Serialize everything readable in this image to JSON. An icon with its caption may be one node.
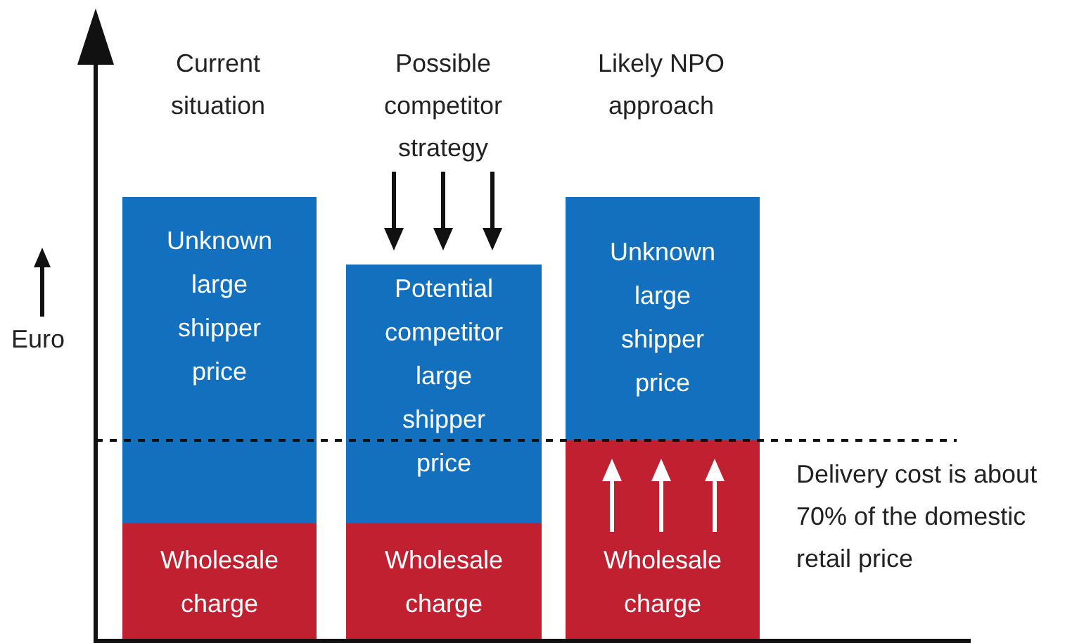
{
  "diagram": {
    "nodes": [
      {
        "text": [
          "Unknown large shipper price"
        ]
      },
      {
        "text": [
          "Wholesale charge"
        ]
      },
      {
        "text": [
          "Potential competitor large shipper price"
        ]
      },
      {
        "text": [
          "Wholesale charge"
        ]
      },
      {
        "text": [
          "Unknown large shipper price"
        ]
      },
      {
        "text": [
          "Wholesale charge"
        ]
      }
    ],
    "labels": [
      "Current situation",
      "Possible competitor strategy",
      "Likely NPO approach",
      "Euro",
      "Delivery cost is about 70% of the domestic retail price"
    ]
  }
}
